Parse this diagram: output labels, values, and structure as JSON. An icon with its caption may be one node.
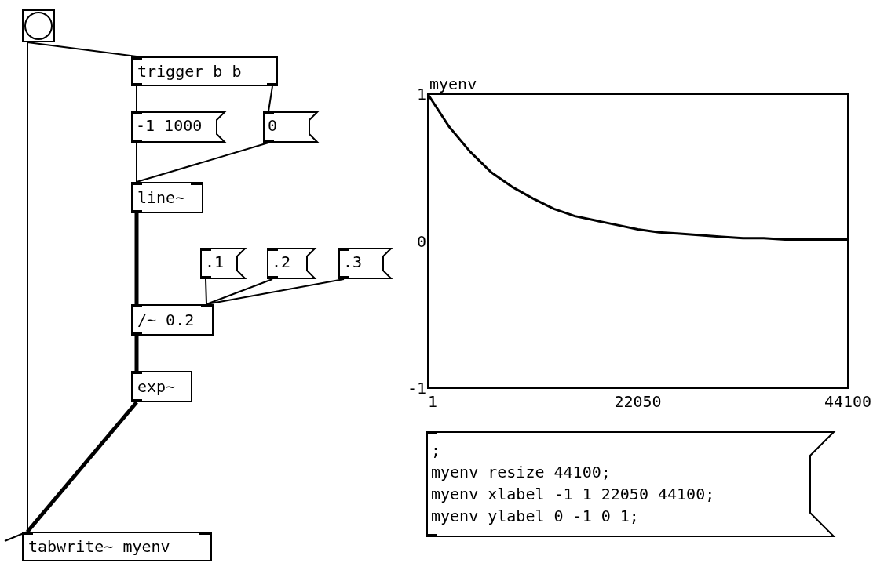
{
  "diagram": {
    "nodes": [
      {
        "text": [],
        "shape": "circle"
      },
      {
        "text": [
          "trigger b b"
        ]
      },
      {
        "text": [
          "-1 1000"
        ]
      },
      {
        "text": [
          "0"
        ]
      },
      {
        "text": [
          "line~"
        ]
      },
      {
        "text": [
          ".1"
        ]
      },
      {
        "text": [
          ".2"
        ]
      },
      {
        "text": [
          ".3"
        ]
      },
      {
        "text": [
          "/~ 0.2"
        ]
      },
      {
        "text": [
          "exp~"
        ]
      },
      {
        "text": [
          "tabwrite~ myenv"
        ]
      },
      {
        "text": [
          ";",
          "myenv resize 44100;",
          "myenv xlabel -1 1 22050 44100;",
          "myenv ylabel 0 -1 0 1;"
        ]
      }
    ],
    "edges": [
      {
        "from": 0,
        "to": 1,
        "arrow": "none"
      },
      {
        "from": 0,
        "to": 10,
        "arrow": "none"
      },
      {
        "from": 1,
        "to": 2,
        "arrow": "none"
      },
      {
        "from": 1,
        "to": 3,
        "arrow": "none"
      },
      {
        "from": 2,
        "to": 4,
        "arrow": "none"
      },
      {
        "from": 3,
        "to": 4,
        "arrow": "none"
      },
      {
        "from": 4,
        "to": 8,
        "arrow": "none",
        "style": "thick"
      },
      {
        "from": 5,
        "to": 8,
        "arrow": "none"
      },
      {
        "from": 6,
        "to": 8,
        "arrow": "none"
      },
      {
        "from": 7,
        "to": 8,
        "arrow": "none"
      },
      {
        "from": 8,
        "to": 9,
        "arrow": "none",
        "style": "thick"
      },
      {
        "from": 9,
        "to": 10,
        "arrow": "none",
        "style": "thick"
      },
      {
        "from": null,
        "to": 10,
        "arrow": "none"
      }
    ],
    "chart_data": {
      "type": "line",
      "title": "myenv",
      "x": [
        0,
        2205,
        4410,
        6615,
        8820,
        11025,
        13230,
        15435,
        17640,
        19845,
        22050,
        24255,
        26460,
        28665,
        30870,
        33075,
        35280,
        37485,
        39690,
        41895,
        44100
      ],
      "series": [
        {
          "color": "#000000",
          "values": [
            1,
            0.78,
            0.61,
            0.47,
            0.37,
            0.29,
            0.22,
            0.17,
            0.14,
            0.11,
            0.08,
            0.06,
            0.05,
            0.04,
            0.03,
            0.02,
            0.02,
            0.01,
            0.01,
            0.01,
            0.01
          ]
        }
      ],
      "xlim": [
        0,
        44100
      ],
      "ylim": [
        -1,
        1
      ],
      "xticks": [
        1,
        22050,
        44100
      ],
      "yticks": [
        -1,
        0,
        1
      ]
    }
  }
}
